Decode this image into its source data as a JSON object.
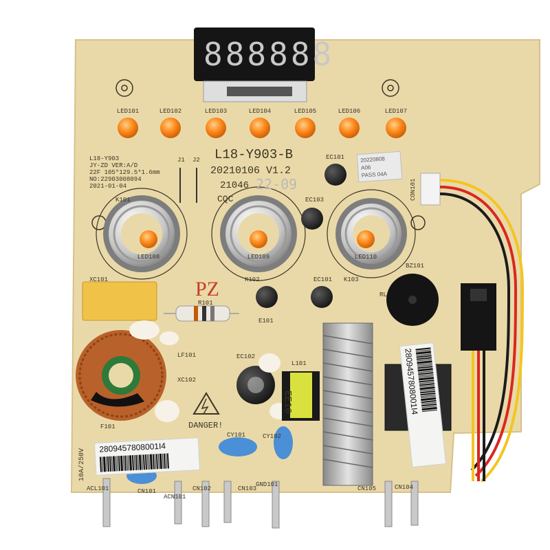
{
  "board": {
    "model": "L18-Y903-B",
    "date_version": "20210106 V1.2",
    "batch": "21046",
    "batch_handwritten": "22-09",
    "cqc_mark": "CQC",
    "spec_lines": [
      "L18-Y903",
      "JY-ZD VER:A/D",
      "22F 105*129.5*1.6mm",
      "NO:22903008094",
      "2021-01-04"
    ],
    "warning": "DANGER!",
    "stamp": "PZ",
    "inspection_sticker": [
      "20220808",
      "A06",
      "PASS 04A"
    ],
    "barcode_number": "2809457808001I4",
    "fuse_rating": "10A/250V"
  },
  "display": {
    "digits": [
      "8",
      "8",
      "8",
      "8",
      "8",
      "8"
    ]
  },
  "leds": [
    "LED101",
    "LED102",
    "LED103",
    "LED104",
    "LED105",
    "LED106",
    "LED107"
  ],
  "coil_leds": [
    "LED108",
    "LED109",
    "LED110"
  ],
  "component_labels": {
    "coils": [
      "K101",
      "K102",
      "K103"
    ],
    "caps": [
      "EC101",
      "EC102",
      "EC103",
      "EC101"
    ],
    "other": [
      "XC101",
      "XC102",
      "LF101",
      "R101",
      "E101",
      "BZ101",
      "RL",
      "J1",
      "J2",
      "CY101",
      "CY102",
      "L101",
      "CON101",
      "F101"
    ],
    "transformer": "EE10",
    "connectors": [
      "ACL101",
      "CN101",
      "ACN101",
      "CN102",
      "CN103",
      "GND101",
      "CN105",
      "CN104"
    ]
  },
  "colors": {
    "pcb": "#ead9a8",
    "led": "#ff8a1c",
    "relay": "#f0c247",
    "copper": "#b8612a",
    "wire_red": "#d8281f",
    "wire_yellow": "#f3c521",
    "wire_black": "#1b1b1b"
  }
}
